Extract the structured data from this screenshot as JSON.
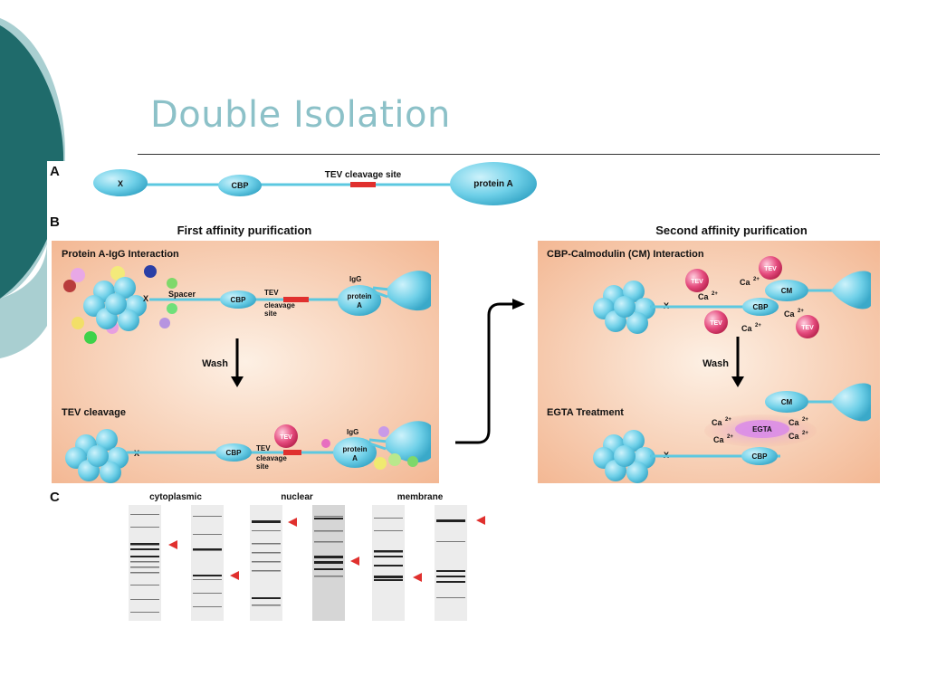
{
  "slide": {
    "title": "Double Isolation"
  },
  "panel_a": {
    "letter": "A",
    "x_label": "X",
    "cbp_label": "CBP",
    "tev_site_label": "TEV cleavage site",
    "protein_a_label": "protein A"
  },
  "panel_b": {
    "letter": "B",
    "first_heading": "First affinity purification",
    "second_heading": "Second affinity purification",
    "left_box": {
      "section1_title": "Protein A-IgG Interaction",
      "x_label": "X",
      "spacer_label": "Spacer",
      "cbp_label": "CBP",
      "tev_label": "TEV",
      "cleavage_label": "cleavage",
      "site_label": "site",
      "igg_label": "IgG",
      "protein_label": "protein",
      "a_label": "A",
      "wash_label": "Wash",
      "section2_title": "TEV cleavage",
      "tev_enzyme_label": "TEV"
    },
    "right_box": {
      "section1_title": "CBP-Calmodulin (CM) Interaction",
      "tev_label": "TEV",
      "calcium_label": "Ca",
      "calcium_charge": "2+",
      "cm_label": "CM",
      "cbp_label": "CBP",
      "x_label": "X",
      "wash_label": "Wash",
      "section2_title": "EGTA Treatment",
      "egta_label": "EGTA"
    }
  },
  "panel_c": {
    "letter": "C",
    "group_labels": [
      "cytoplasmic",
      "nuclear",
      "membrane"
    ]
  },
  "colors": {
    "title": "#8cc1c8",
    "teal_dark": "#1f6b6b",
    "teal_light": "#a9cfd1",
    "cyan": "#5cc8e0",
    "panel_bg": "#f4c2a3",
    "tev_site": "#e0302e",
    "tev_enzyme": "#e23a6b",
    "arrow_mark": "#e0302e"
  }
}
